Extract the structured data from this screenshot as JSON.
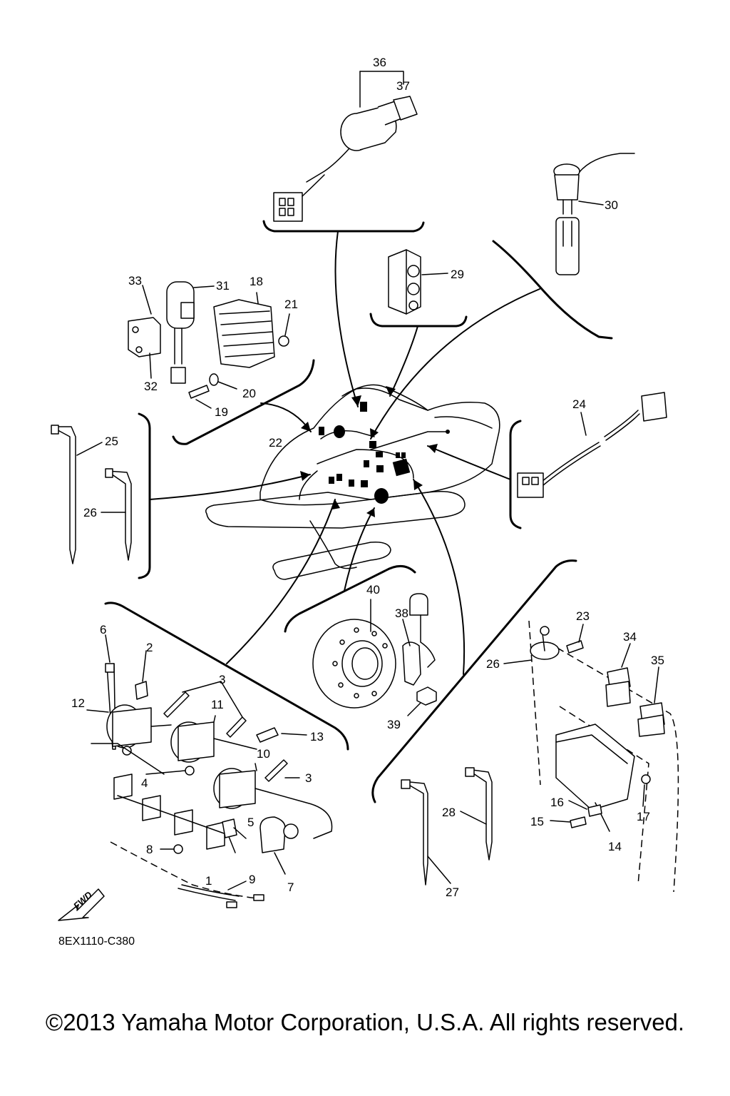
{
  "diagram_code": "8EX1110-C380",
  "copyright": "©2013 Yamaha Motor Corporation, U.S.A. All rights reserved.",
  "fwd_label": "FWD",
  "callouts": [
    "1",
    "2",
    "3",
    "3",
    "4",
    "5",
    "6",
    "7",
    "8",
    "9",
    "10",
    "11",
    "12",
    "13",
    "14",
    "15",
    "16",
    "17",
    "18",
    "19",
    "20",
    "21",
    "22",
    "23",
    "24",
    "25",
    "26",
    "26",
    "27",
    "28",
    "29",
    "30",
    "31",
    "32",
    "33",
    "34",
    "35",
    "36",
    "37",
    "38",
    "39",
    "40"
  ]
}
